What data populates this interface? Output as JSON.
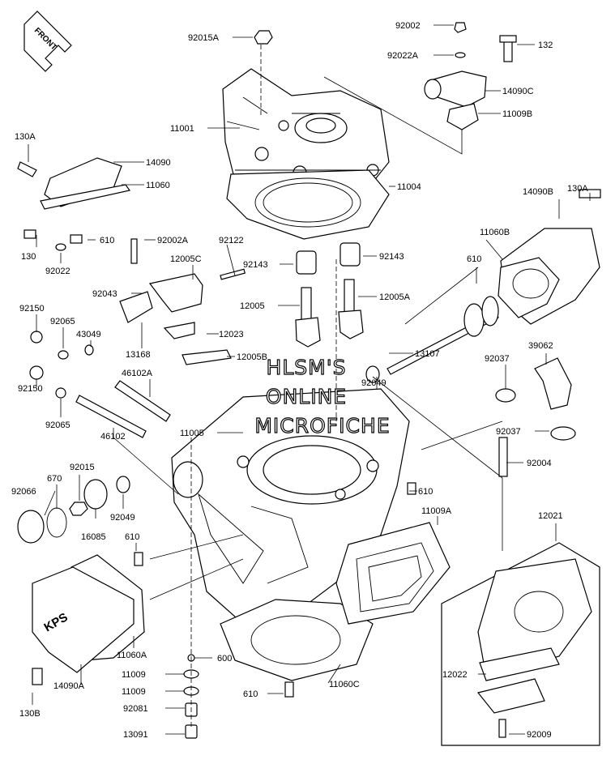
{
  "front_arrow": "FRONT",
  "watermark": [
    "HLSM'S",
    "ONLINE",
    "MICROFICHE"
  ],
  "part_labels": [
    "92015A",
    "11001",
    "92002",
    "92022A",
    "132",
    "14090C",
    "11009B",
    "130A",
    "14090",
    "11060",
    "11004",
    "130A",
    "14090B",
    "11060B",
    "610",
    "92002A",
    "92122",
    "12005C",
    "92143",
    "92143",
    "130",
    "92022",
    "92043",
    "12005",
    "12005A",
    "610",
    "92150",
    "92065",
    "43049",
    "12023",
    "13168",
    "12005B",
    "46102A",
    "13107",
    "39062",
    "92037",
    "92049",
    "92150",
    "92065",
    "11005",
    "46102",
    "92037",
    "92004",
    "670",
    "92015",
    "92066",
    "92049",
    "16085",
    "610",
    "11009A",
    "12021",
    "610",
    "11060A",
    "600",
    "14090A",
    "11009",
    "11009",
    "11060C",
    "610",
    "12022",
    "92081",
    "130B",
    "13091",
    "92009"
  ],
  "cover_logo": "KPS"
}
